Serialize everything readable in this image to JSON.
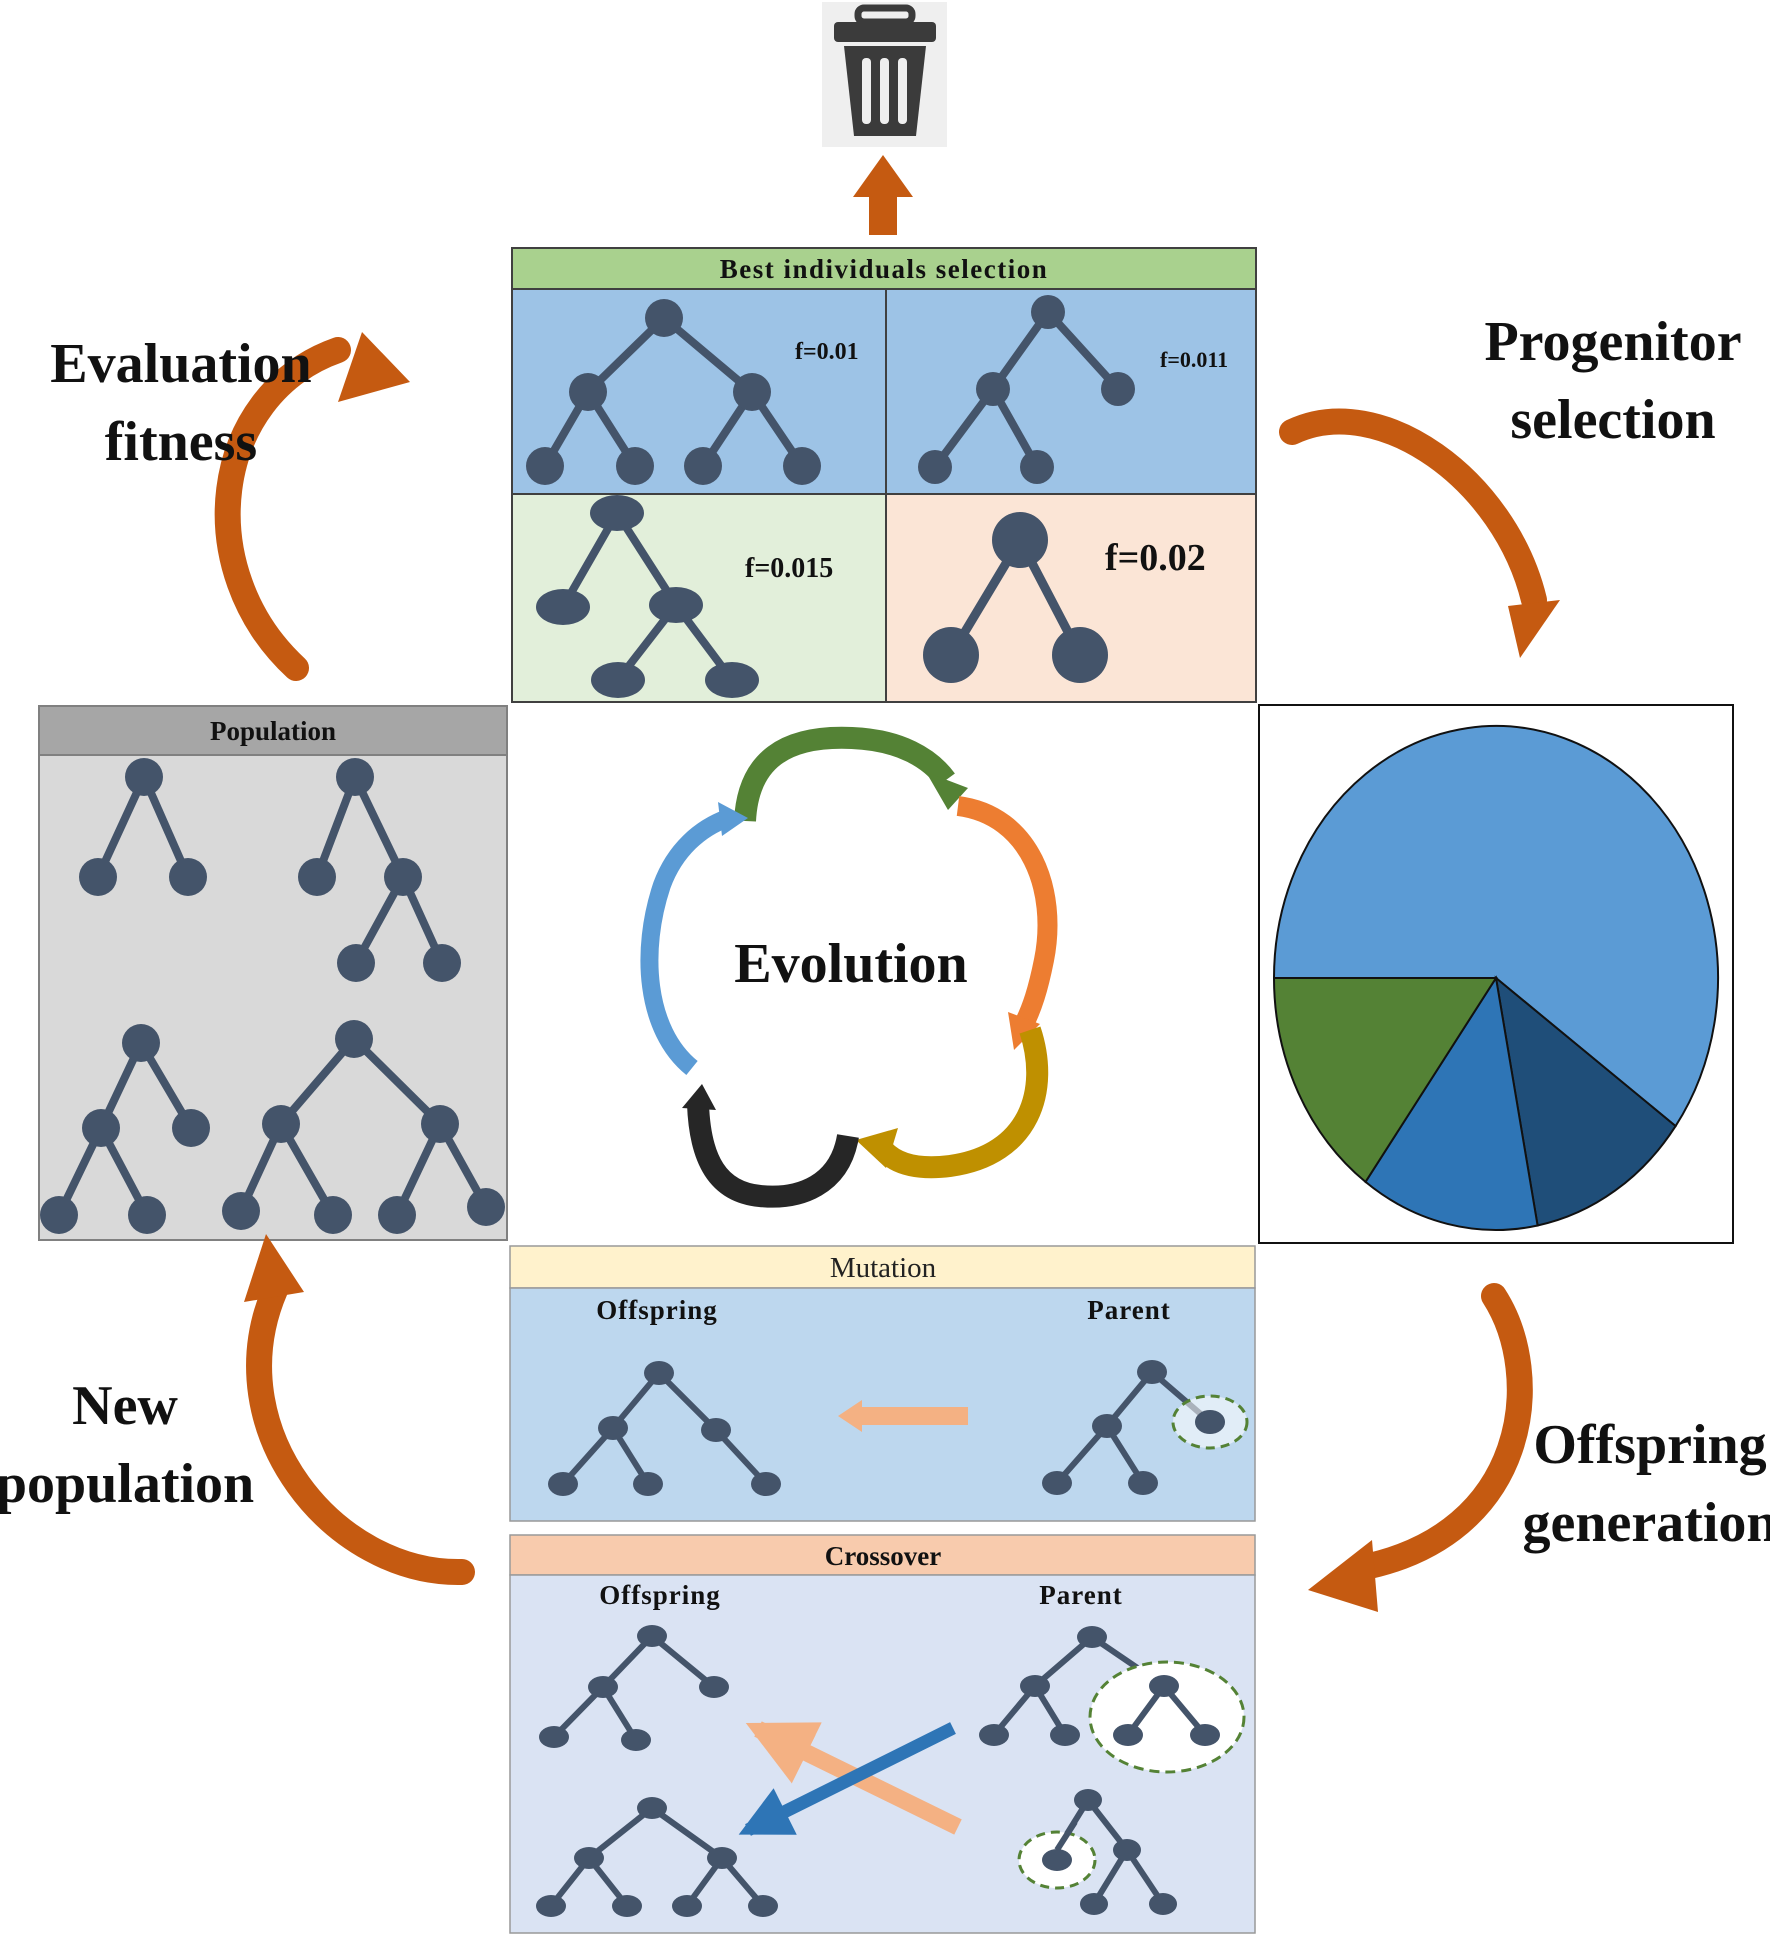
{
  "stages": {
    "evaluation": "Evaluation\nfitness",
    "progenitor": "Progenitor\nselection",
    "offspring_generation": "Offspring\ngeneration",
    "new_population": "New\npopulation"
  },
  "center": {
    "label": "Evolution"
  },
  "best_selection": {
    "title": "Best individuals selection",
    "fitness": [
      "f=0.01",
      "f=0.011",
      "f=0.015",
      "f=0.02"
    ]
  },
  "population": {
    "title": "Population"
  },
  "mutation": {
    "title": "Mutation",
    "offspring_label": "Offspring",
    "parent_label": "Parent"
  },
  "crossover": {
    "title": "Crossover",
    "offspring_label": "Offspring",
    "parent_label": "Parent"
  },
  "roulette": {
    "slices": [
      {
        "value": 0.6,
        "color": "#5b9bd5"
      },
      {
        "value": 0.12,
        "color": "#1f4e79"
      },
      {
        "value": 0.13,
        "color": "#2e75b6"
      },
      {
        "value": 0.15,
        "color": "#548235"
      }
    ]
  },
  "colors": {
    "node": "#44546a",
    "stage_arrow": "#c55a11",
    "best_header": "#a9d18e",
    "blue_cell": "#9dc3e6",
    "green_cell": "#e2efda",
    "peach_cell": "#fbe5d6",
    "population_bg": "#d9d9d9",
    "population_header": "#a6a6a6",
    "mutation_header": "#fff2cc",
    "mutation_bg": "#bdd7ee",
    "crossover_header": "#f8cbad",
    "crossover_bg": "#dae3f3"
  },
  "icons": {
    "discard": "trash-can-icon"
  }
}
